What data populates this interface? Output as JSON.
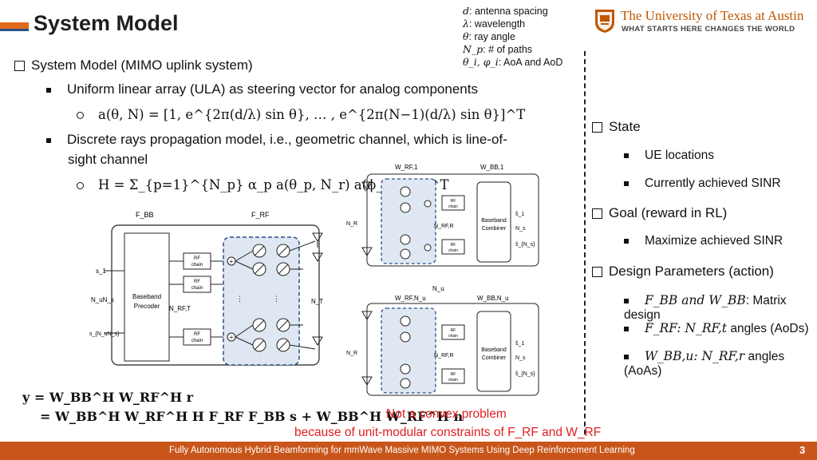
{
  "header": {
    "title": "System Model",
    "colors": {
      "accent_orange": "#e06a1c",
      "accent_blue": "#2a4e86",
      "footer": "#c8561b",
      "note_red": "#e02020"
    }
  },
  "legend": [
    {
      "sym": "d",
      "text": ": antenna spacing"
    },
    {
      "sym": "λ",
      "text": ": wavelength"
    },
    {
      "sym": "θ",
      "text": ": ray angle"
    },
    {
      "sym": "N_p",
      "text": ": # of paths"
    },
    {
      "sym": "θ_i, φ_i",
      "text": ": AoA and AoD"
    }
  ],
  "logo": {
    "name": "The University of Texas at Austin",
    "tagline": "WHAT STARTS HERE CHANGES THE WORLD",
    "icon": "ut-seal-icon"
  },
  "left": {
    "item1": "System Model (MIMO uplink system)",
    "item1a": "Uniform linear array (ULA) as steering vector for analog components",
    "eq1": "a(θ, N) = [1, e^{2π(d/λ) sin θ}, … , e^{2π(N−1)(d/λ) sin θ}]^T",
    "item1b_line1": "Discrete rays propagation model, i.e., geometric channel, which is line-of-",
    "item1b_line2": "sight channel",
    "eq2": "H = Σ_{p=1}^{N_p} α_p a(θ_p, N_r) a(ϕ_p, N_r)^T"
  },
  "diagram_left": {
    "label_fbb": "F_BB",
    "label_frf": "F_RF",
    "label_s1": "s_1",
    "label_nuns": "N_uN_s",
    "label_sn": "s_{N_uN_s}",
    "precoder": [
      "Baseband",
      "Precoder"
    ],
    "rf_chain": [
      "RF",
      "chain"
    ],
    "label_nrft": "N_RF,T",
    "label_nt": "N_T"
  },
  "diagram_right": {
    "label_wrf1": "W_RF,1",
    "label_wbb1": "W_BB,1",
    "label_wrfnu": "W_RF,N_u",
    "label_wbbnu": "W_BB,N_u",
    "label_nu": "N_u",
    "label_nr": "N_R",
    "label_nrfr": "N_RF,R",
    "combiner": [
      "Baseband",
      "Combiner"
    ],
    "label_ns": "N_s",
    "label_s1hat": "ŝ_1",
    "label_snhat": "ŝ_{N_s}",
    "rf_chain": [
      "RF",
      "chain"
    ]
  },
  "equations_bottom": {
    "line1": "y = W_BB^H W_RF^H r",
    "line2": "= W_BB^H W_RF^H H F_RF F_BB s + W_BB^H W_RF^H n"
  },
  "right": {
    "state": "State",
    "state_items": [
      "UE locations",
      "Currently achieved SINR"
    ],
    "goal": "Goal (reward in RL)",
    "goal_items": [
      "Maximize achieved SINR"
    ],
    "params": "Design Parameters (action)",
    "param_items": [
      {
        "sym": "F_BB and W_BB",
        "text": ": Matrix design"
      },
      {
        "sym": "F_RF: N_RF,t",
        "text": " angles (AoDs)"
      },
      {
        "sym": "W_BB,u: N_RF,r",
        "text": " angles (AoAs)"
      }
    ]
  },
  "notes": {
    "line1": "Not a convex problem",
    "line2": "because of unit-modular constraints of F_RF and W_RF"
  },
  "footer": {
    "text": "Fully Autonomous Hybrid Beamforming for mmWave Massive MIMO Systems Using Deep Reinforcement Learning",
    "page": "3"
  }
}
